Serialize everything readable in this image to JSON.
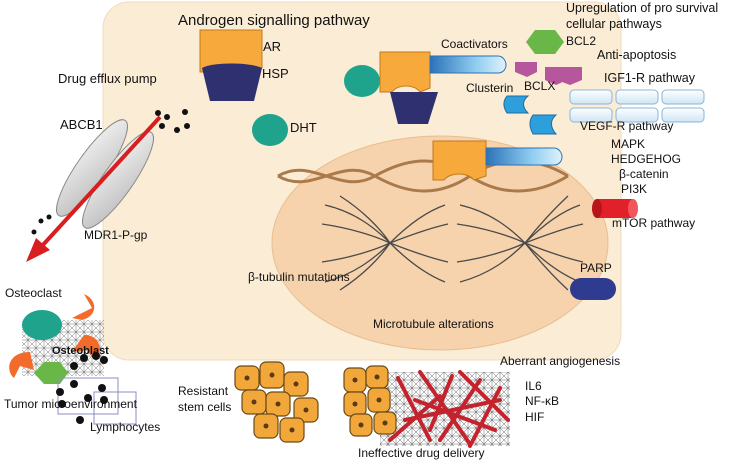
{
  "labels": {
    "androgen_pathway": "Androgen signalling pathway",
    "ar": "AR",
    "hsp": "HSP",
    "dht": "DHT",
    "drug_efflux": "Drug efflux pump",
    "abcb1": "ABCB1",
    "mdr1": "MDR1-P-gp",
    "coactivators": "Coactivators",
    "clusterin": "Clusterin",
    "bcl2": "BCL2",
    "bclx": "BCLX",
    "upregulation": "Upregulation of pro survival",
    "upregulation_2": "cellular pathways",
    "anti_apoptosis": "Anti-apoptosis",
    "igf1r": "IGF1-R pathway",
    "vegfr": "VEGF-R pathway",
    "mapk": "MAPK",
    "hedgehog": "HEDGEHOG",
    "beta_catenin": "β-catenin",
    "pi3k": "PI3K",
    "mtor": "mTOR pathway",
    "parp": "PARP",
    "beta_tubulin": "β-tubulin mutations",
    "microtubule": "Microtubule alterations",
    "osteoclast": "Osteoclast",
    "osteoblast": "Osteoblast",
    "tumor_micro": "Tumor microenvironment",
    "lymphocytes": "Lymphocytes",
    "resistant": "Resistant",
    "stem_cells": "stem cells",
    "aberrant": "Aberrant angiogenesis",
    "il6": "IL6",
    "nfkb": "NF-κB",
    "hif": "HIF",
    "ineffective": "Ineffective drug delivery"
  },
  "colors": {
    "cell_bg": "#fbecd5",
    "nucleus": "#f6d3ad",
    "ar_orange": "#f8a93c",
    "hsp_navy": "#2e3070",
    "dht_teal": "#1fa38d",
    "bcl2_green": "#69b746",
    "bclx_magenta": "#b6569c",
    "clusterin_blue": "#2d9fdc",
    "mtor_red": "#e1202a",
    "parp_navy": "#2e3b8f",
    "arrow_red": "#d81e1e",
    "vessel_red": "#c4232d",
    "dna_brown": "#ab7a4a"
  }
}
